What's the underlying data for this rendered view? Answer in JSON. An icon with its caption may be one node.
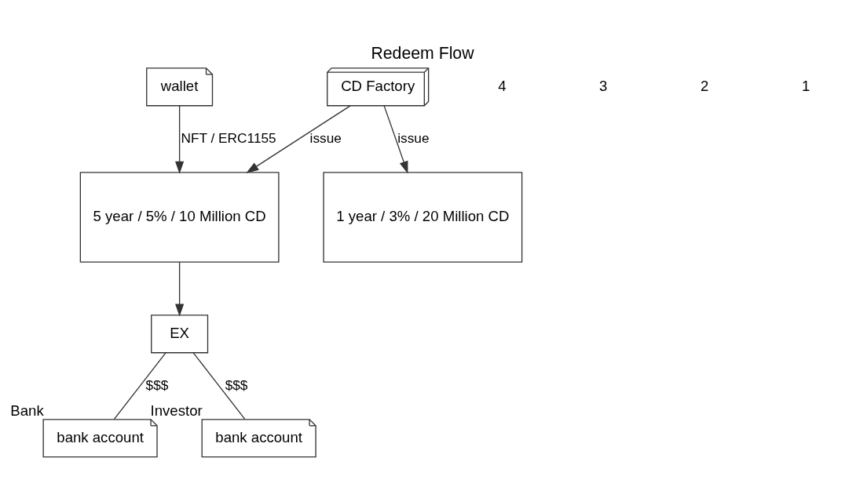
{
  "diagram": {
    "title": "Redeem Flow",
    "nodes": [
      {
        "text": [
          "EX"
        ]
      },
      {
        "text": [
          "bank account"
        ],
        "beside": [
          "Bank"
        ]
      },
      {
        "text": [
          "wallet"
        ]
      },
      {
        "text": [
          "bank account"
        ],
        "beside": [
          "Investor"
        ]
      },
      {
        "text": [
          "5 year / 5% / 10 Million CD"
        ]
      },
      {
        "text": [
          "CD Factory"
        ]
      },
      {
        "text": [
          "1 year / 3% / 20 Million CD"
        ]
      }
    ],
    "edges": [
      {
        "from": 0,
        "to": 1,
        "arrow": "none",
        "label": "$$$"
      },
      {
        "from": 0,
        "to": 3,
        "arrow": "none",
        "label": "$$$"
      },
      {
        "from": 4,
        "to": 0,
        "arrow": "to"
      },
      {
        "from": 2,
        "to": 4,
        "arrow": "to",
        "label": "NFT / ERC1155"
      },
      {
        "from": 5,
        "to": 4,
        "arrow": "to",
        "label": "issue"
      },
      {
        "from": 5,
        "to": 6,
        "arrow": "to",
        "label": "issue"
      }
    ],
    "labels": [
      "4",
      "3",
      "2",
      "1"
    ]
  }
}
